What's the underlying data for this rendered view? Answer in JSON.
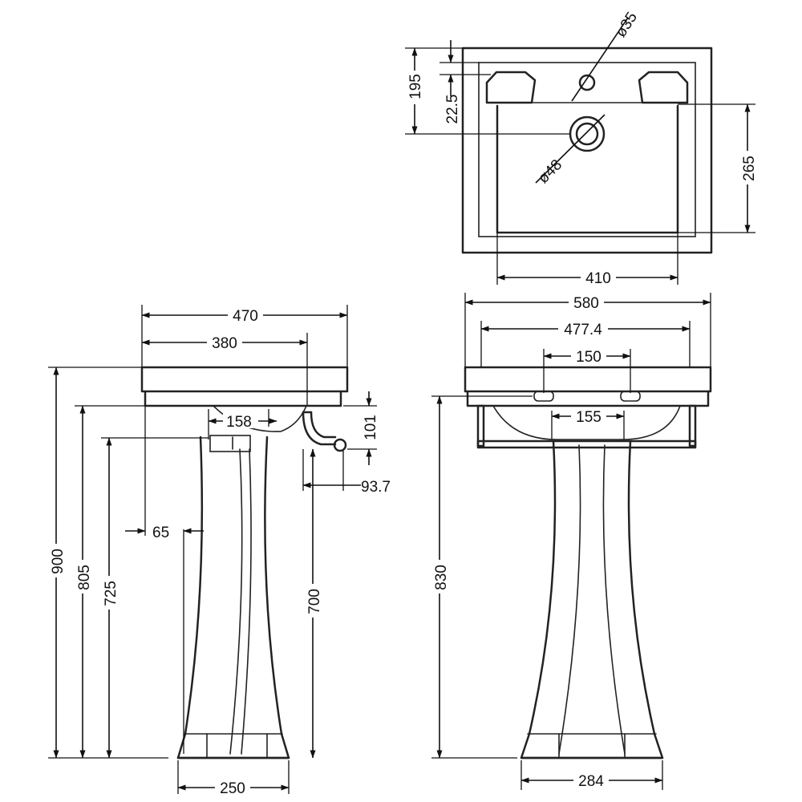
{
  "plan_view": {
    "dim_195": "195",
    "dim_22_5": "22.5",
    "dim_tap_hole": "ø35",
    "dim_waste": "ø48",
    "dim_265": "265",
    "dim_410": "410"
  },
  "side_view": {
    "dim_470": "470",
    "dim_380": "380",
    "dim_158": "158",
    "dim_101": "101",
    "dim_93_7": "93.7",
    "dim_65": "65",
    "dim_900": "900",
    "dim_805": "805",
    "dim_725": "725",
    "dim_700": "700",
    "dim_250": "250"
  },
  "front_view": {
    "dim_580": "580",
    "dim_477_4": "477.4",
    "dim_150": "150",
    "dim_155": "155",
    "dim_830": "830",
    "dim_284": "284"
  }
}
